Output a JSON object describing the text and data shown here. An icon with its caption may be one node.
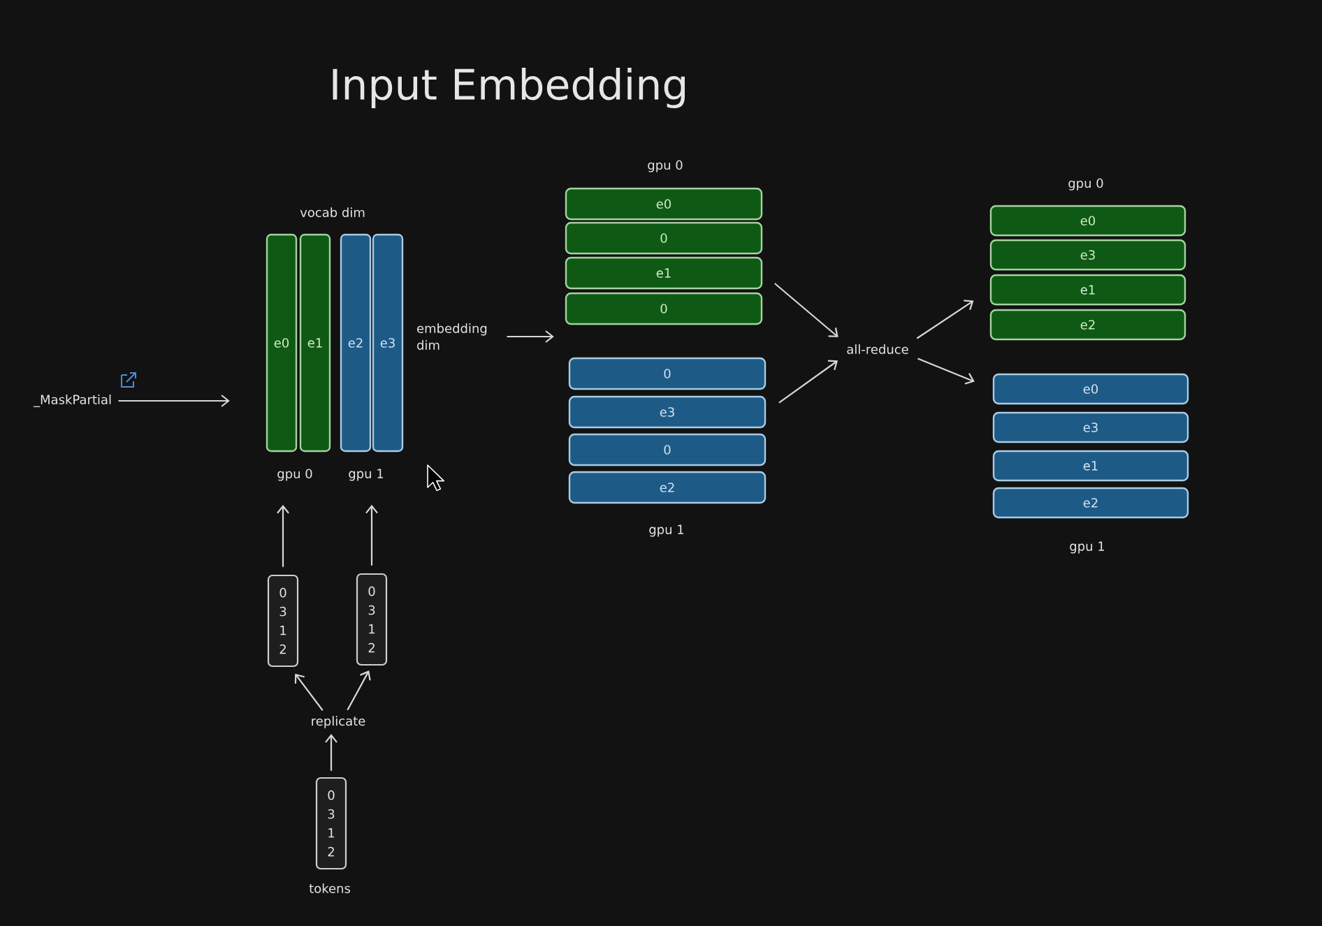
{
  "diagram": {
    "title": "Input Embedding",
    "nodes": [
      {
        "text": [
          "_MaskPartial"
        ]
      },
      {
        "text": [
          "e0"
        ]
      },
      {
        "text": [
          "e1"
        ]
      },
      {
        "text": [
          "e2"
        ]
      },
      {
        "text": [
          "e3"
        ]
      },
      {
        "text": [
          "embedding dim"
        ]
      },
      {
        "text": [
          "gpu 0"
        ]
      },
      {
        "text": [
          "gpu 1"
        ]
      },
      {
        "text": [
          "e0"
        ]
      },
      {
        "text": [
          "0"
        ]
      },
      {
        "text": [
          "e1"
        ]
      },
      {
        "text": [
          "0"
        ]
      },
      {
        "text": [
          "0"
        ]
      },
      {
        "text": [
          "e3"
        ]
      },
      {
        "text": [
          "0"
        ]
      },
      {
        "text": [
          "e2"
        ]
      },
      {
        "text": [
          "all-reduce"
        ]
      },
      {
        "text": [
          "e0"
        ]
      },
      {
        "text": [
          "e3"
        ]
      },
      {
        "text": [
          "e1"
        ]
      },
      {
        "text": [
          "e2"
        ]
      },
      {
        "text": [
          "e0"
        ]
      },
      {
        "text": [
          "e3"
        ]
      },
      {
        "text": [
          "e1"
        ]
      },
      {
        "text": [
          "e2"
        ]
      },
      {
        "text": [
          "0 3 1 2"
        ]
      },
      {
        "text": [
          "0 3 1 2"
        ]
      },
      {
        "text": [
          "replicate"
        ]
      },
      {
        "text": [
          "0 3 1 2"
        ],
        "beside": [
          "tokens"
        ]
      }
    ],
    "edges": [
      {
        "from": 0,
        "to": 1,
        "arrow": "to"
      },
      {
        "from": 5,
        "to": 11,
        "arrow": "to"
      },
      {
        "from": 25,
        "to": 6,
        "arrow": "to"
      },
      {
        "from": 26,
        "to": 7,
        "arrow": "to"
      },
      {
        "from": 10,
        "to": 16,
        "arrow": "to"
      },
      {
        "from": 13,
        "to": 16,
        "arrow": "to"
      },
      {
        "from": 16,
        "to": 19,
        "arrow": "to"
      },
      {
        "from": 16,
        "to": 21,
        "arrow": "to"
      },
      {
        "from": 28,
        "to": 27,
        "arrow": "to"
      },
      {
        "from": 27,
        "to": 25,
        "arrow": "to"
      },
      {
        "from": 27,
        "to": 26,
        "arrow": "to"
      }
    ],
    "labels": [
      "gpu 0",
      "gpu 0",
      "vocab dim",
      "gpu 1",
      "gpu 1"
    ]
  }
}
